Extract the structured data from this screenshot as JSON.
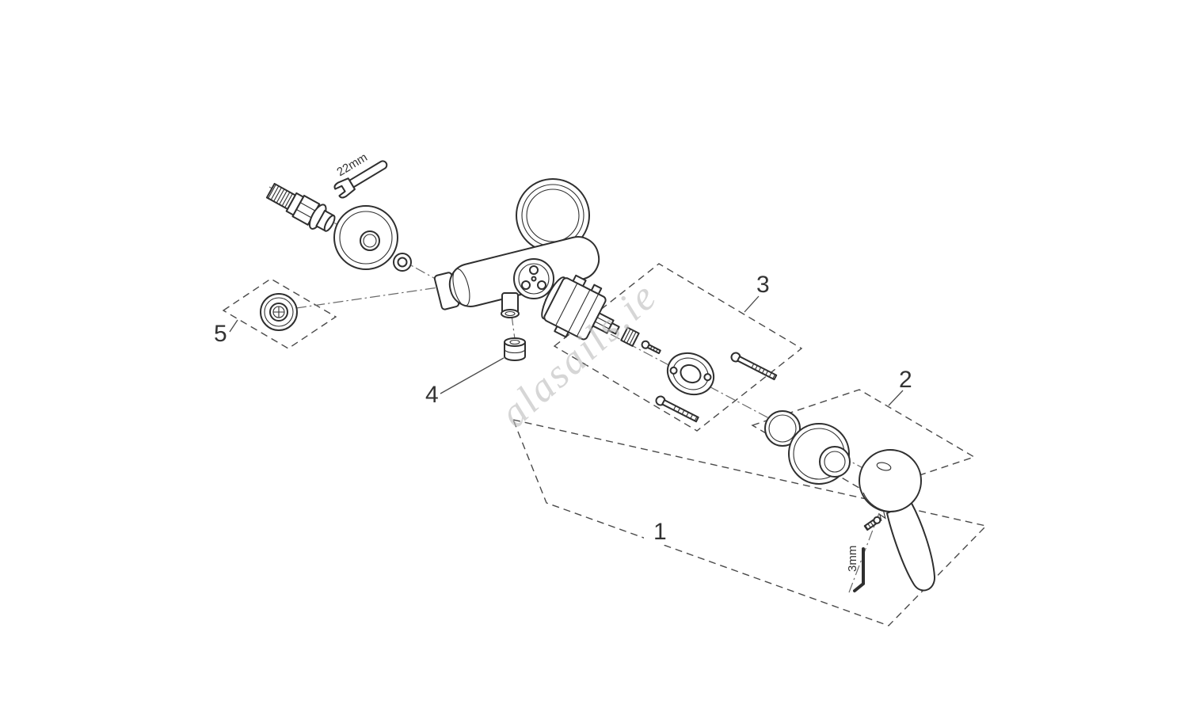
{
  "diagram": {
    "kind": "exploded-parts-diagram",
    "subject": "single-lever wall-mounted mixer exploded view",
    "background": "#ffffff",
    "line_color": "#2f2f2f",
    "watermark": {
      "text": "alasails.ie",
      "color": "#bcbcbc"
    },
    "part_labels": [
      {
        "number": "1"
      },
      {
        "number": "2"
      },
      {
        "number": "3"
      },
      {
        "number": "4"
      },
      {
        "number": "5"
      }
    ],
    "tool_labels": {
      "wrench": "22mm",
      "allen_key": "3mm"
    }
  }
}
